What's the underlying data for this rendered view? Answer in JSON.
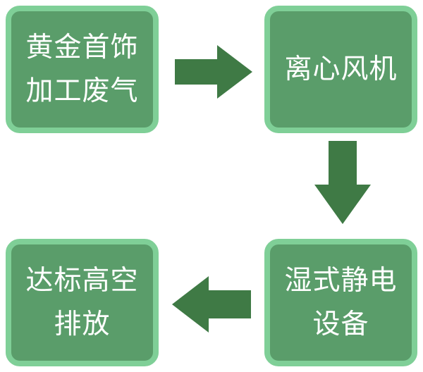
{
  "colors": {
    "box_fill": "#5a9d6a",
    "box_border": "#7fcf97",
    "arrow": "#3f7a45",
    "text": "#ffffff"
  },
  "nodes": {
    "source": "黄金首饰\n加工废气",
    "fan": "离心风机",
    "esp": "湿式静电\n设备",
    "outlet": "达标高空\n排放"
  }
}
